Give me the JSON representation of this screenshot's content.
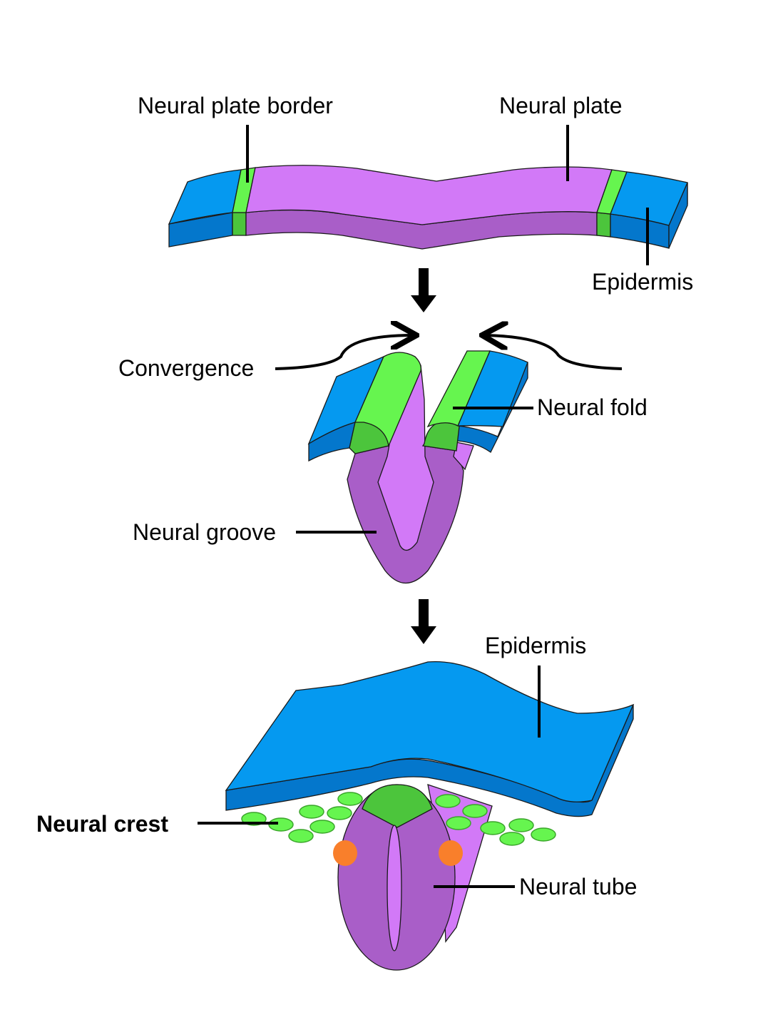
{
  "title": "Neural tube and neural crest formation",
  "colors": {
    "epidermis_top": "#0599f0",
    "epidermis_side": "#0477cc",
    "neural_plate_top": "#d279f7",
    "neural_plate_side": "#a95ec8",
    "border_top": "#66f54f",
    "border_side": "#4cc53c",
    "crest_cell": "#66f54f",
    "marker": "#f97f2b"
  },
  "stages": [
    {
      "name": "neural-plate-stage",
      "labels": {
        "neural_plate_border": "Neural plate border",
        "neural_plate": "Neural plate",
        "epidermis": "Epidermis"
      }
    },
    {
      "name": "neural-groove-stage",
      "labels": {
        "convergence": "Convergence",
        "neural_fold": "Neural fold",
        "neural_groove": "Neural groove"
      }
    },
    {
      "name": "neural-tube-stage",
      "labels": {
        "epidermis": "Epidermis",
        "neural_crest": "Neural crest",
        "neural_tube": "Neural tube"
      }
    }
  ]
}
